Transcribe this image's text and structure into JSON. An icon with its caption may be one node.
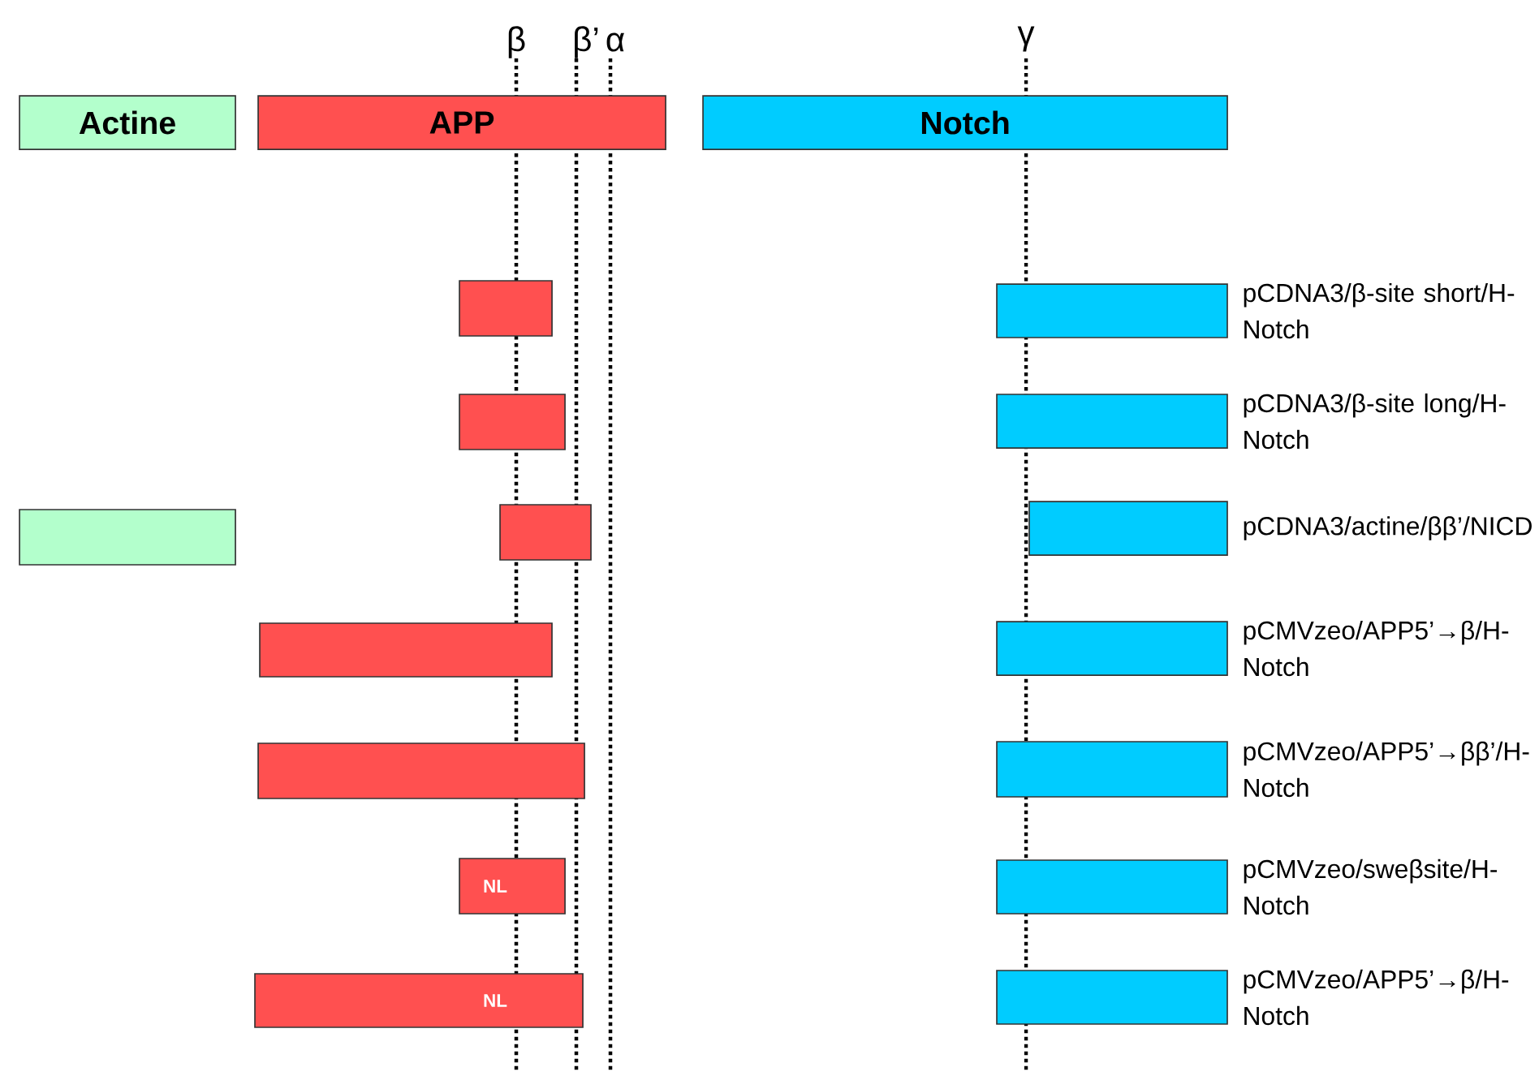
{
  "diagram": {
    "nodes": [
      {
        "text": [
          "Actine"
        ]
      },
      {
        "text": [
          "APP"
        ]
      },
      {
        "text": [
          "Notch"
        ]
      },
      {
        "text": [],
        "shape": "box"
      },
      {
        "text": [],
        "shape": "box",
        "beside": [
          "pCDNA3/β-site short/H-Notch"
        ]
      },
      {
        "text": [],
        "shape": "box"
      },
      {
        "text": [],
        "shape": "box",
        "beside": [
          "pCDNA3/β-site long/H-Notch"
        ]
      },
      {
        "text": [],
        "shape": "box"
      },
      {
        "text": [],
        "shape": "box"
      },
      {
        "text": [],
        "shape": "box",
        "beside": [
          "pCDNA3/actine/ββ’/NICD"
        ]
      },
      {
        "text": [],
        "shape": "box"
      },
      {
        "text": [],
        "shape": "box",
        "beside": [
          "pCMVzeo/APP5’→β/H-Notch"
        ]
      },
      {
        "text": [],
        "shape": "box"
      },
      {
        "text": [],
        "shape": "box",
        "beside": [
          "pCMVzeo/APP5’→ββ’/H-Notch"
        ]
      },
      {
        "text": [
          "NL"
        ]
      },
      {
        "text": [],
        "shape": "box",
        "beside": [
          "pCMVzeo/sweβsite/H-Notch"
        ]
      },
      {
        "text": [
          "NL"
        ]
      },
      {
        "text": [],
        "shape": "box",
        "beside": [
          "pCMVzeo/APP5’→β/H-Notch"
        ]
      }
    ],
    "labels": [
      "β",
      "β’",
      "α",
      "γ"
    ]
  }
}
